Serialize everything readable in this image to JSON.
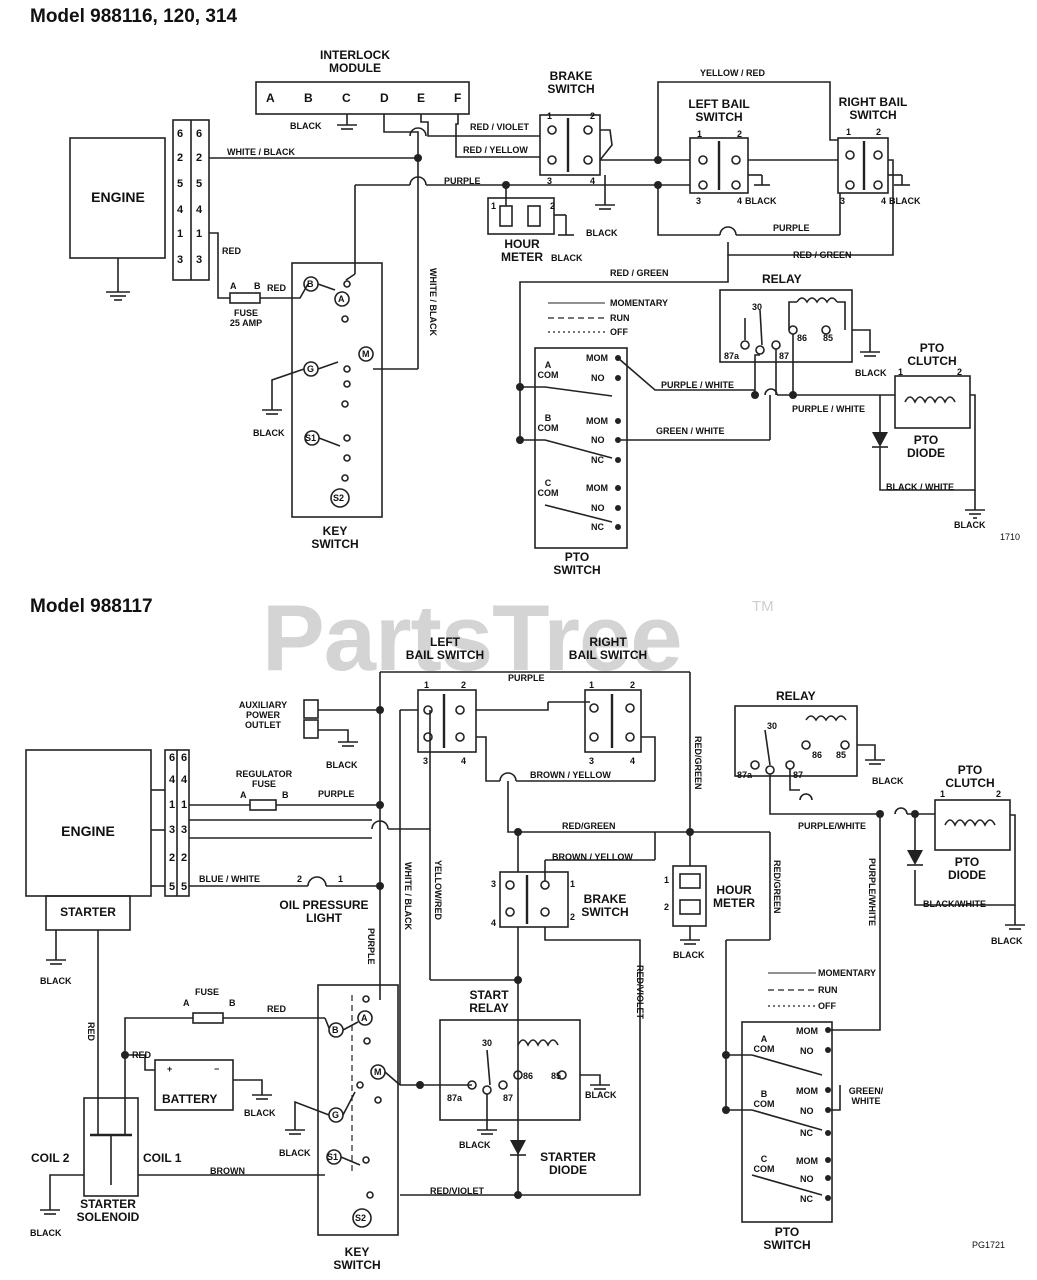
{
  "watermark": {
    "text": "PartsTree",
    "tm": "TM"
  },
  "top": {
    "title": "Model 988116, 120, 314",
    "engine": "ENGINE",
    "interlock": {
      "title": "INTERLOCK\nMODULE",
      "pins": [
        "A",
        "B",
        "C",
        "D",
        "E",
        "F"
      ]
    },
    "connector_pins": [
      "6",
      "2",
      "5",
      "4",
      "1",
      "3"
    ],
    "brake_switch": "BRAKE\nSWITCH",
    "left_bail": "LEFT BAIL\nSWITCH",
    "right_bail": "RIGHT BAIL\nSWITCH",
    "hour_meter": "HOUR\nMETER",
    "relay": "RELAY",
    "pto_clutch": "PTO\nCLUTCH",
    "pto_diode": "PTO\nDIODE",
    "pto_switch": "PTO\nSWITCH",
    "key_switch": "KEY\nSWITCH",
    "fuse": "FUSE\n25 AMP",
    "code": "1710",
    "wires": {
      "black": "BLACK",
      "white_black": "WHITE / BLACK",
      "purple": "PURPLE",
      "red": "RED",
      "red_violet": "RED / VIOLET",
      "red_yellow": "RED / YELLOW",
      "yellow_red": "YELLOW / RED",
      "red_green": "RED / GREEN",
      "purple_white": "PURPLE / WHITE",
      "green_white": "GREEN / WHITE",
      "black_white": "BLACK / WHITE",
      "white_black_vert": "WHITE / BLACK"
    },
    "legend": [
      "MOMENTARY",
      "RUN",
      "OFF"
    ],
    "pto_rows": {
      "a": "A\nCOM",
      "b": "B\nCOM",
      "c": "C\nCOM",
      "mom": "MOM",
      "no": "NO",
      "nc": "NC"
    },
    "relay_pins": [
      "30",
      "87a",
      "87",
      "86",
      "85"
    ],
    "key_terms": [
      "B",
      "A",
      "G",
      "M",
      "S1",
      "S2"
    ]
  },
  "bottom": {
    "title": "Model 988117",
    "engine": "ENGINE",
    "starter": "STARTER",
    "left_bail": "LEFT\nBAIL SWITCH",
    "right_bail": "RIGHT\nBAIL SWITCH",
    "aux_outlet": "AUXILIARY\nPOWER\nOUTLET",
    "regulator_fuse": "REGULATOR\nFUSE",
    "oil_light": "OIL PRESSURE\nLIGHT",
    "relay": "RELAY",
    "pto_clutch": "PTO\nCLUTCH",
    "pto_diode": "PTO\nDIODE",
    "brake_switch": "BRAKE\nSWITCH",
    "hour_meter": "HOUR\nMETER",
    "start_relay": "START\nRELAY",
    "starter_diode": "STARTER\nDIODE",
    "battery": "BATTERY",
    "fuse": "FUSE",
    "starter_solenoid": "STARTER\nSOLENOID",
    "coil1": "COIL 1",
    "coil2": "COIL 2",
    "key_switch": "KEY\nSWITCH",
    "pto_switch": "PTO\nSWITCH",
    "code": "PG1721",
    "wires": {
      "purple": "PURPLE",
      "brown_yellow": "BROWN / YELLOW",
      "red_green": "RED/GREEN",
      "blue_white": "BLUE / WHITE",
      "yellow_red": "YELLOW/RED",
      "white_black": "WHITE / BLACK",
      "red": "RED",
      "brown": "BROWN",
      "red_violet": "RED/VIOLET",
      "black": "BLACK",
      "purple_white": "PURPLE/WHITE",
      "green_white": "GREEN/\nWHITE",
      "black_white": "BLACK/WHITE"
    },
    "connector_pins": [
      "6",
      "4",
      "1",
      "3",
      "2",
      "5"
    ],
    "legend": [
      "MOMENTARY",
      "RUN",
      "OFF"
    ],
    "pto_rows": {
      "a": "A\nCOM",
      "b": "B\nCOM",
      "c": "C\nCOM",
      "mom": "MOM",
      "no": "NO",
      "nc": "NC"
    },
    "relay_pins": [
      "30",
      "87a",
      "87",
      "86",
      "85"
    ],
    "key_terms": [
      "B",
      "A",
      "G",
      "M",
      "S1",
      "S2"
    ]
  }
}
